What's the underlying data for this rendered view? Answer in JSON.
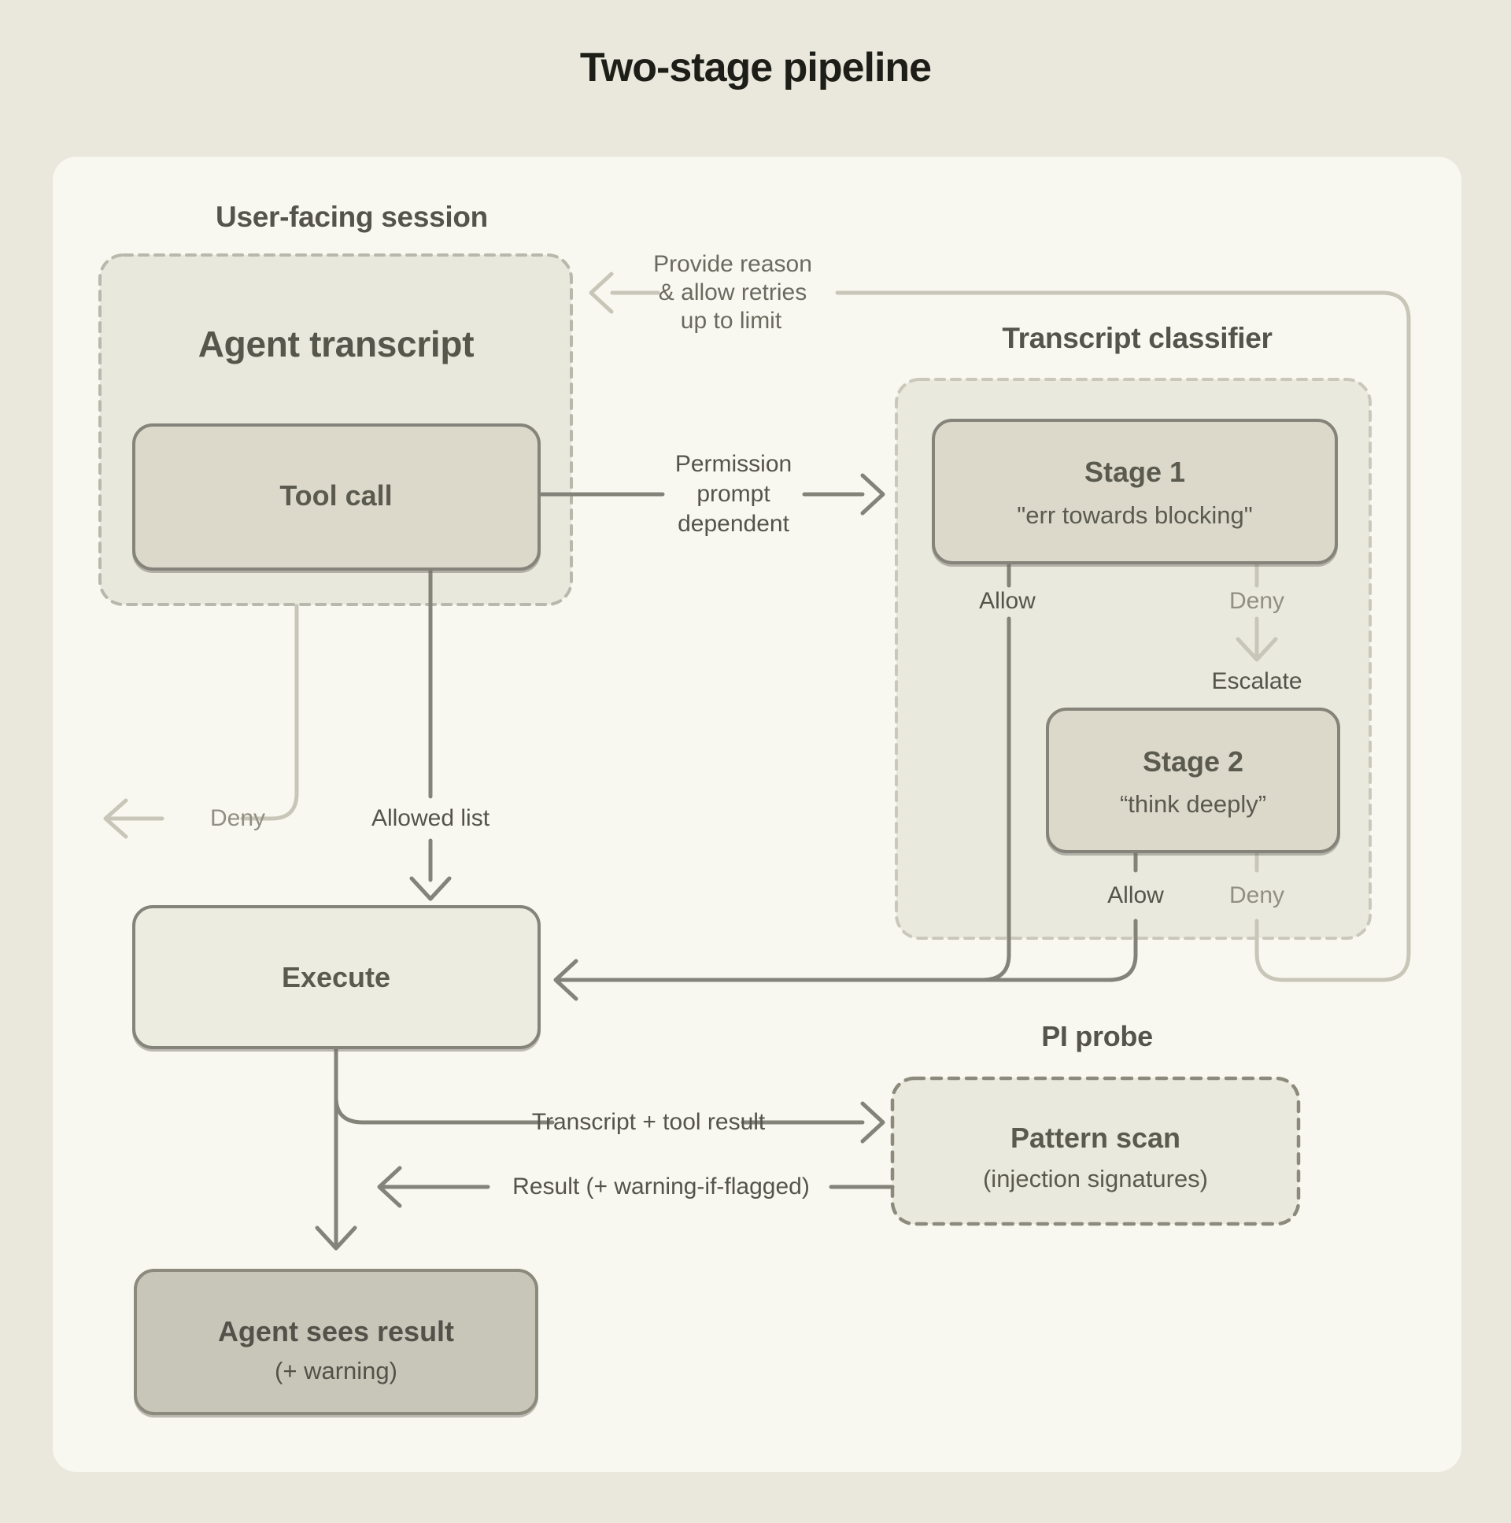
{
  "title": "Two-stage pipeline",
  "sections": {
    "user_facing": {
      "label": "User-facing session",
      "heading": "Agent transcript",
      "tool_call": "Tool call"
    },
    "classifier": {
      "label": "Transcript classifier",
      "stage1": {
        "title": "Stage 1",
        "subtitle": "\"err towards blocking\""
      },
      "stage2": {
        "title": "Stage 2",
        "subtitle": "“think deeply”"
      }
    },
    "pi_probe": {
      "label": "PI probe",
      "pattern_scan": {
        "title": "Pattern scan",
        "subtitle": "(injection signatures)"
      }
    }
  },
  "nodes": {
    "execute": "Execute",
    "agent_sees_result": {
      "title": "Agent sees result",
      "subtitle": "(+ warning)"
    }
  },
  "edges": {
    "provide_reason": {
      "line1": "Provide reason",
      "line2": "& allow retries",
      "line3": "up to limit"
    },
    "permission": {
      "line1": "Permission",
      "line2": "prompt",
      "line3": "dependent"
    },
    "stage1_allow": "Allow",
    "stage1_deny": "Deny",
    "escalate": "Escalate",
    "stage2_allow": "Allow",
    "stage2_deny": "Deny",
    "deny_out": "Deny",
    "allowed_list": "Allowed list",
    "transcript_tool_result": "Transcript + tool result",
    "result_warning": "Result (+ warning-if-flagged)"
  },
  "colors": {
    "background": "#eae8dd",
    "panel": "#f9f8f0",
    "box_fill": "#dcd9cb",
    "box_border": "#85847b",
    "execute_fill": "#edece1",
    "result_fill": "#c8c6b8",
    "dark_line": "#84837a",
    "light_line": "#c7c6b8",
    "dashed_border_light": "#b9b8ac",
    "dashed_border_dark": "#8b8a7d"
  }
}
